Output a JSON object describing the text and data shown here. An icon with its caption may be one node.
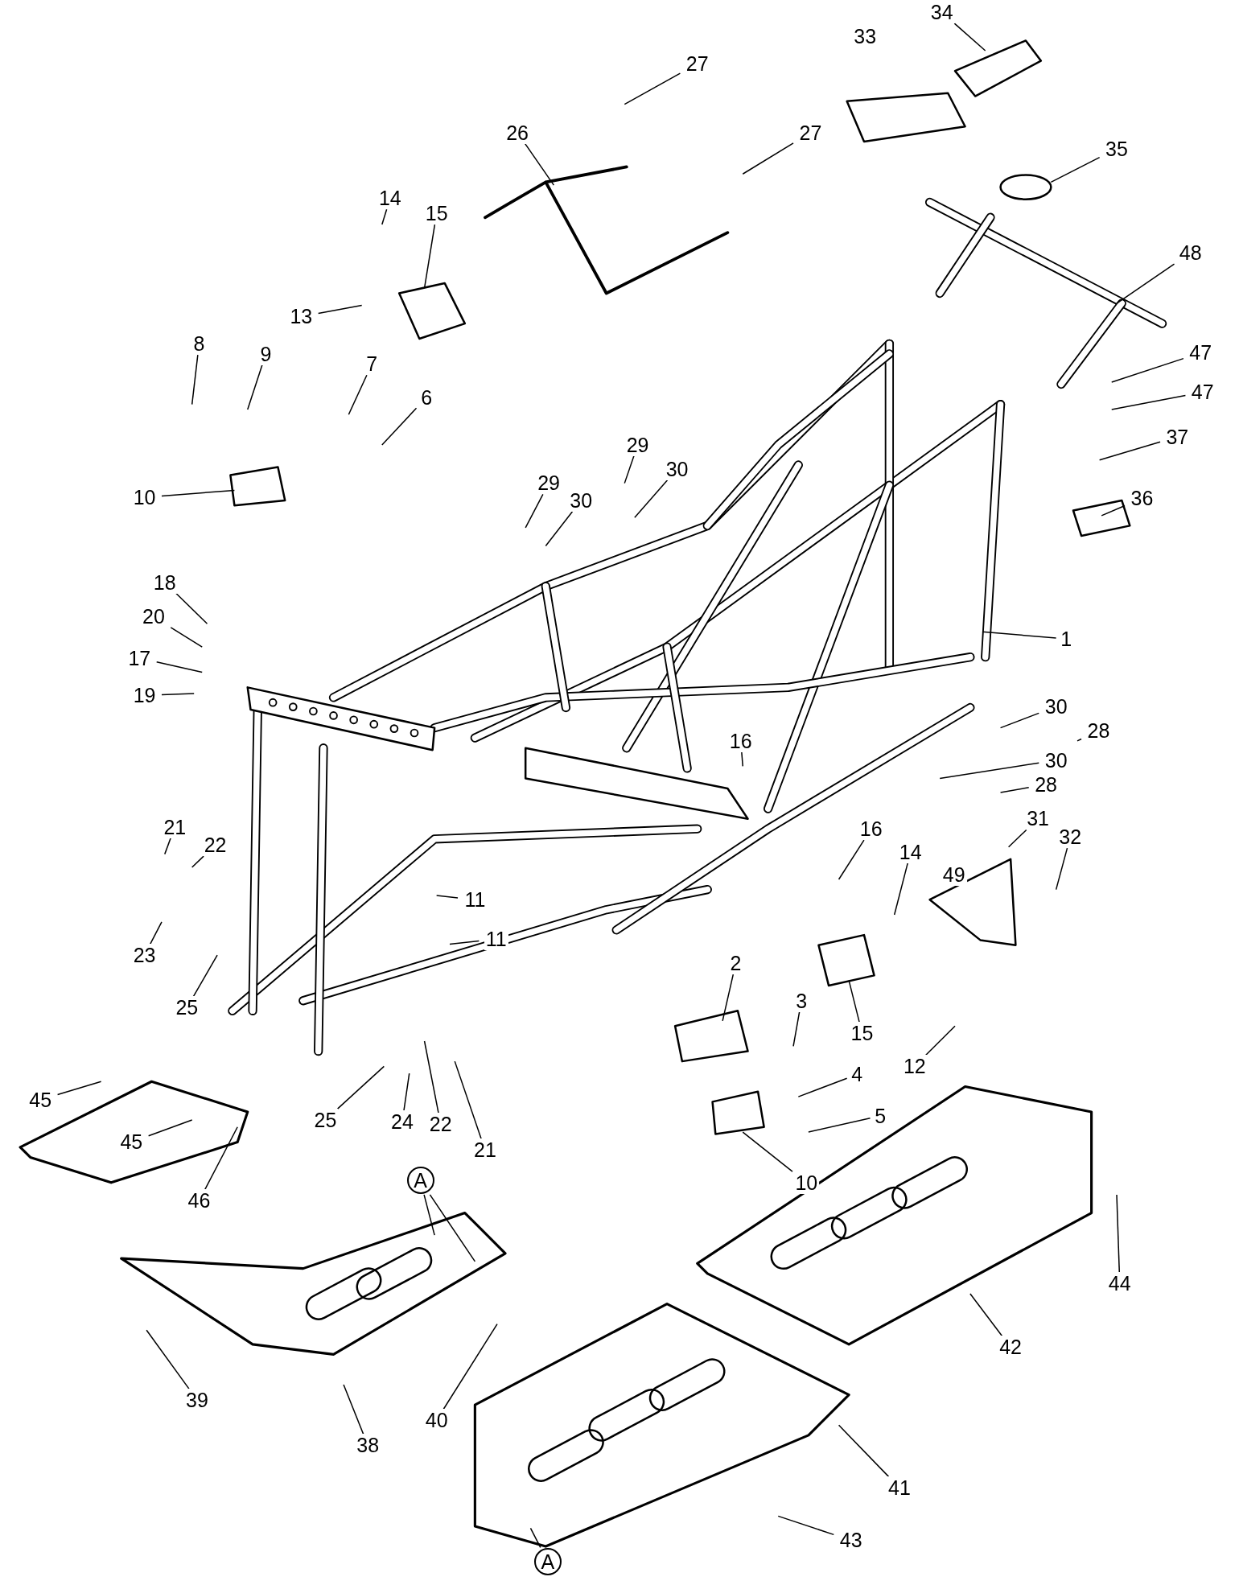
{
  "diagram": {
    "nodes": [
      {
        "text": [
          "34"
        ]
      },
      {
        "text": [
          "27"
        ]
      },
      {
        "text": [
          "33"
        ]
      },
      {
        "text": [
          "26"
        ]
      },
      {
        "text": [
          "27"
        ]
      },
      {
        "text": [
          "35"
        ]
      },
      {
        "text": [
          "14"
        ]
      },
      {
        "text": [
          "15"
        ]
      },
      {
        "text": [
          "48"
        ]
      },
      {
        "text": [
          "13"
        ]
      },
      {
        "text": [
          "8"
        ]
      },
      {
        "text": [
          "9"
        ]
      },
      {
        "text": [
          "7"
        ]
      },
      {
        "text": [
          "6"
        ]
      },
      {
        "text": [
          "47"
        ]
      },
      {
        "text": [
          "47"
        ]
      },
      {
        "text": [
          "10"
        ]
      },
      {
        "text": [
          "37"
        ]
      },
      {
        "text": [
          "29"
        ]
      },
      {
        "text": [
          "30"
        ]
      },
      {
        "text": [
          "29"
        ]
      },
      {
        "text": [
          "30"
        ]
      },
      {
        "text": [
          "36"
        ]
      },
      {
        "text": [
          "18"
        ]
      },
      {
        "text": [
          "20"
        ]
      },
      {
        "text": [
          "17"
        ]
      },
      {
        "text": [
          "1"
        ]
      },
      {
        "text": [
          "19"
        ]
      },
      {
        "text": [
          "30"
        ]
      },
      {
        "text": [
          "28"
        ]
      },
      {
        "text": [
          "16"
        ]
      },
      {
        "text": [
          "30"
        ]
      },
      {
        "text": [
          "28"
        ]
      },
      {
        "text": [
          "31"
        ]
      },
      {
        "text": [
          "32"
        ]
      },
      {
        "text": [
          "21"
        ]
      },
      {
        "text": [
          "22"
        ]
      },
      {
        "text": [
          "16"
        ]
      },
      {
        "text": [
          "14"
        ]
      },
      {
        "text": [
          "49"
        ]
      },
      {
        "text": [
          "11"
        ]
      },
      {
        "text": [
          "11"
        ]
      },
      {
        "text": [
          "23"
        ]
      },
      {
        "text": [
          "2"
        ]
      },
      {
        "text": [
          "3"
        ]
      },
      {
        "text": [
          "25"
        ]
      },
      {
        "text": [
          "15"
        ]
      },
      {
        "text": [
          "12"
        ]
      },
      {
        "text": [
          "4"
        ]
      },
      {
        "text": [
          "45"
        ]
      },
      {
        "text": [
          "5"
        ]
      },
      {
        "text": [
          "45"
        ]
      },
      {
        "text": [
          "25"
        ]
      },
      {
        "text": [
          "24"
        ]
      },
      {
        "text": [
          "22"
        ]
      },
      {
        "text": [
          "21"
        ]
      },
      {
        "text": [
          "10"
        ]
      },
      {
        "text": [
          "46"
        ]
      },
      {
        "text": [
          "44"
        ]
      },
      {
        "text": [
          "A"
        ]
      },
      {
        "text": [
          "42"
        ]
      },
      {
        "text": [
          "39"
        ]
      },
      {
        "text": [
          "40"
        ]
      },
      {
        "text": [
          "38"
        ]
      },
      {
        "text": [
          "41"
        ]
      },
      {
        "text": [
          "43"
        ]
      },
      {
        "text": [
          "A"
        ]
      }
    ],
    "edges": [
      {
        "from": 0,
        "to": null,
        "arrow": "none"
      },
      {
        "from": 1,
        "to": null,
        "arrow": "none"
      },
      {
        "from": 3,
        "to": null,
        "arrow": "none"
      },
      {
        "from": 4,
        "to": null,
        "arrow": "none"
      },
      {
        "from": 5,
        "to": null,
        "arrow": "none"
      },
      {
        "from": 6,
        "to": null,
        "arrow": "none"
      },
      {
        "from": 7,
        "to": null,
        "arrow": "none"
      },
      {
        "from": 8,
        "to": null,
        "arrow": "none"
      },
      {
        "from": 9,
        "to": null,
        "arrow": "none"
      },
      {
        "from": 10,
        "to": null,
        "arrow": "none"
      },
      {
        "from": 11,
        "to": null,
        "arrow": "none"
      },
      {
        "from": 12,
        "to": null,
        "arrow": "none"
      },
      {
        "from": 13,
        "to": null,
        "arrow": "none"
      },
      {
        "from": 14,
        "to": null,
        "arrow": "none"
      },
      {
        "from": 15,
        "to": null,
        "arrow": "none"
      },
      {
        "from": 16,
        "to": null,
        "arrow": "none"
      },
      {
        "from": 17,
        "to": null,
        "arrow": "none"
      },
      {
        "from": 18,
        "to": null,
        "arrow": "none"
      },
      {
        "from": 19,
        "to": null,
        "arrow": "none"
      },
      {
        "from": 20,
        "to": null,
        "arrow": "none"
      },
      {
        "from": 21,
        "to": null,
        "arrow": "none"
      },
      {
        "from": 22,
        "to": null,
        "arrow": "none"
      },
      {
        "from": 23,
        "to": null,
        "arrow": "none"
      },
      {
        "from": 24,
        "to": null,
        "arrow": "none"
      },
      {
        "from": 25,
        "to": null,
        "arrow": "none"
      },
      {
        "from": 26,
        "to": null,
        "arrow": "none"
      },
      {
        "from": 27,
        "to": null,
        "arrow": "none"
      },
      {
        "from": 28,
        "to": null,
        "arrow": "none"
      },
      {
        "from": 29,
        "to": null,
        "arrow": "none"
      },
      {
        "from": 30,
        "to": null,
        "arrow": "none"
      },
      {
        "from": 31,
        "to": null,
        "arrow": "none"
      },
      {
        "from": 32,
        "to": null,
        "arrow": "none"
      },
      {
        "from": 33,
        "to": null,
        "arrow": "none"
      },
      {
        "from": 34,
        "to": null,
        "arrow": "none"
      },
      {
        "from": 35,
        "to": null,
        "arrow": "none"
      },
      {
        "from": 36,
        "to": null,
        "arrow": "none"
      },
      {
        "from": 37,
        "to": null,
        "arrow": "none"
      },
      {
        "from": 38,
        "to": null,
        "arrow": "none"
      },
      {
        "from": 40,
        "to": null,
        "arrow": "none"
      },
      {
        "from": 41,
        "to": null,
        "arrow": "none"
      },
      {
        "from": 42,
        "to": null,
        "arrow": "none"
      },
      {
        "from": 43,
        "to": null,
        "arrow": "none"
      },
      {
        "from": 44,
        "to": null,
        "arrow": "none"
      },
      {
        "from": 45,
        "to": null,
        "arrow": "none"
      },
      {
        "from": 46,
        "to": null,
        "arrow": "none"
      },
      {
        "from": 47,
        "to": null,
        "arrow": "none"
      },
      {
        "from": 48,
        "to": null,
        "arrow": "none"
      },
      {
        "from": 49,
        "to": null,
        "arrow": "none"
      },
      {
        "from": 50,
        "to": null,
        "arrow": "none"
      },
      {
        "from": 51,
        "to": null,
        "arrow": "none"
      },
      {
        "from": 52,
        "to": null,
        "arrow": "none"
      },
      {
        "from": 53,
        "to": null,
        "arrow": "none"
      },
      {
        "from": 54,
        "to": null,
        "arrow": "none"
      },
      {
        "from": 55,
        "to": null,
        "arrow": "none"
      },
      {
        "from": 56,
        "to": null,
        "arrow": "none"
      },
      {
        "from": 57,
        "to": null,
        "arrow": "none"
      },
      {
        "from": 58,
        "to": null,
        "arrow": "none"
      },
      {
        "from": 59,
        "to": null,
        "arrow": "none"
      },
      {
        "from": 59,
        "to": null,
        "arrow": "none"
      },
      {
        "from": 60,
        "to": null,
        "arrow": "none"
      },
      {
        "from": 61,
        "to": null,
        "arrow": "none"
      },
      {
        "from": 62,
        "to": null,
        "arrow": "none"
      },
      {
        "from": 63,
        "to": null,
        "arrow": "none"
      },
      {
        "from": 64,
        "to": null,
        "arrow": "none"
      },
      {
        "from": 65,
        "to": null,
        "arrow": "none"
      },
      {
        "from": 66,
        "to": null,
        "arrow": "none"
      }
    ]
  }
}
